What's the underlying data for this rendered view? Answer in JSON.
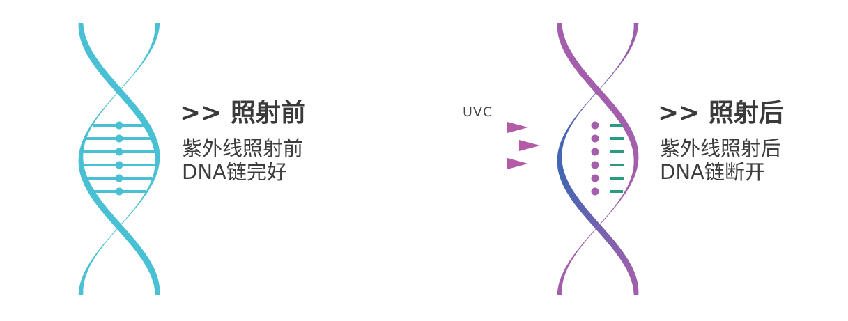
{
  "before": {
    "heading": ">> 照射前",
    "description_line1": "紫外线照射前",
    "description_line2": "DNA链完好"
  },
  "after": {
    "heading": ">> 照射后",
    "description_line1": "紫外线照射后",
    "description_line2": "DNA链断开"
  },
  "uvc": {
    "label": "UVC",
    "arrow_count": 3
  },
  "colors": {
    "intact_dna": "#49c0d3",
    "damaged_dna_blue": "#3f66b3",
    "damaged_dna_purple": "#a35fab",
    "broken_base_green": "#2b9b7f",
    "uv_arrow_start": "#3f66b3",
    "uv_arrow_end": "#b45aa6",
    "text": "#3a3a3a"
  },
  "icons": {
    "intact_helix": "dna-helix-intact-icon",
    "damaged_helix": "dna-helix-damaged-icon",
    "uv_arrow": "uv-ray-arrow-icon"
  }
}
